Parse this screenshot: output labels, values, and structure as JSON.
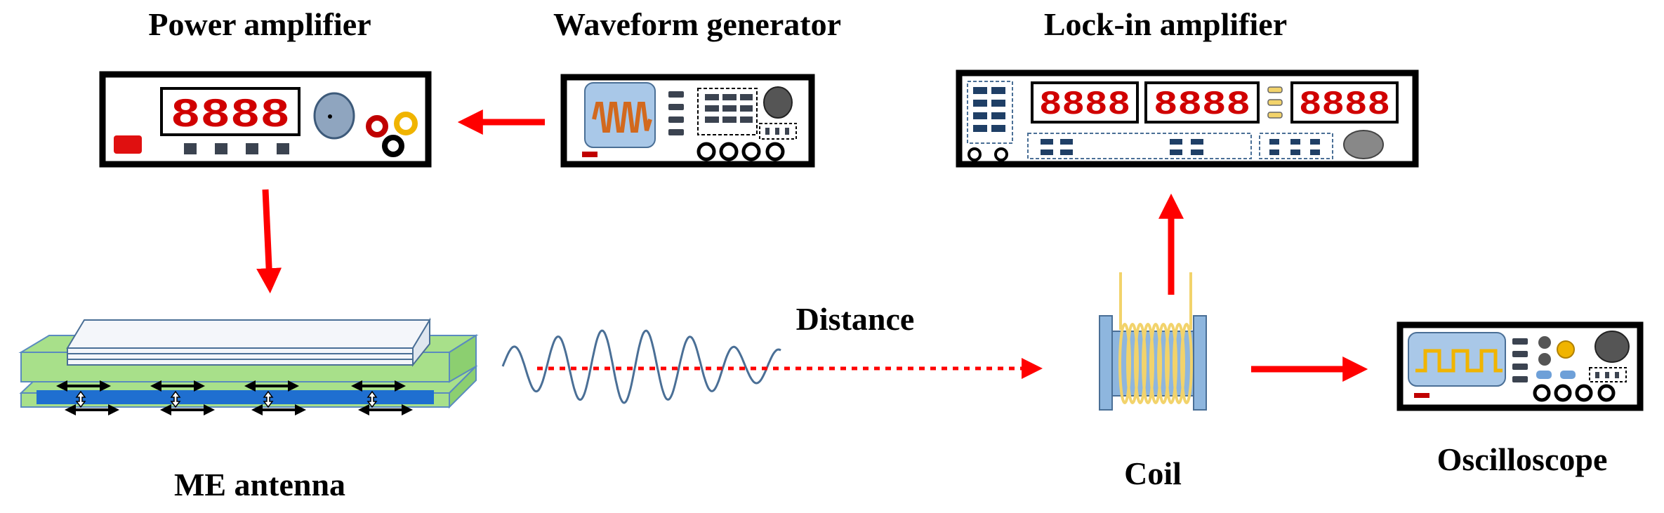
{
  "labels": {
    "power_amplifier": "Power amplifier",
    "waveform_generator": "Waveform generator",
    "lockin_amplifier": "Lock-in amplifier",
    "me_antenna": "ME antenna",
    "distance": "Distance",
    "coil": "Coil",
    "oscilloscope": "Oscilloscope"
  },
  "displays": {
    "power_amp_readout": "8888",
    "lockin_readout_1": "8888",
    "lockin_readout_2": "8888",
    "lockin_readout_3": "8888"
  },
  "colors": {
    "arrow": "#ff0000",
    "device_frame": "#000000",
    "screen": "#a9c8e8",
    "waveform_signal": "#d2691e",
    "coil_wire": "#f2d36b",
    "antenna_layer": "#1f6fd0",
    "antenna_plate": "#a8e08a",
    "em_wave": "#4a6f96"
  },
  "icons": [
    "seven-segment-display",
    "knob-icon",
    "terminal-jacks",
    "sine-wave-screen",
    "square-wave-screen",
    "coil-icon",
    "me-antenna-icon"
  ]
}
